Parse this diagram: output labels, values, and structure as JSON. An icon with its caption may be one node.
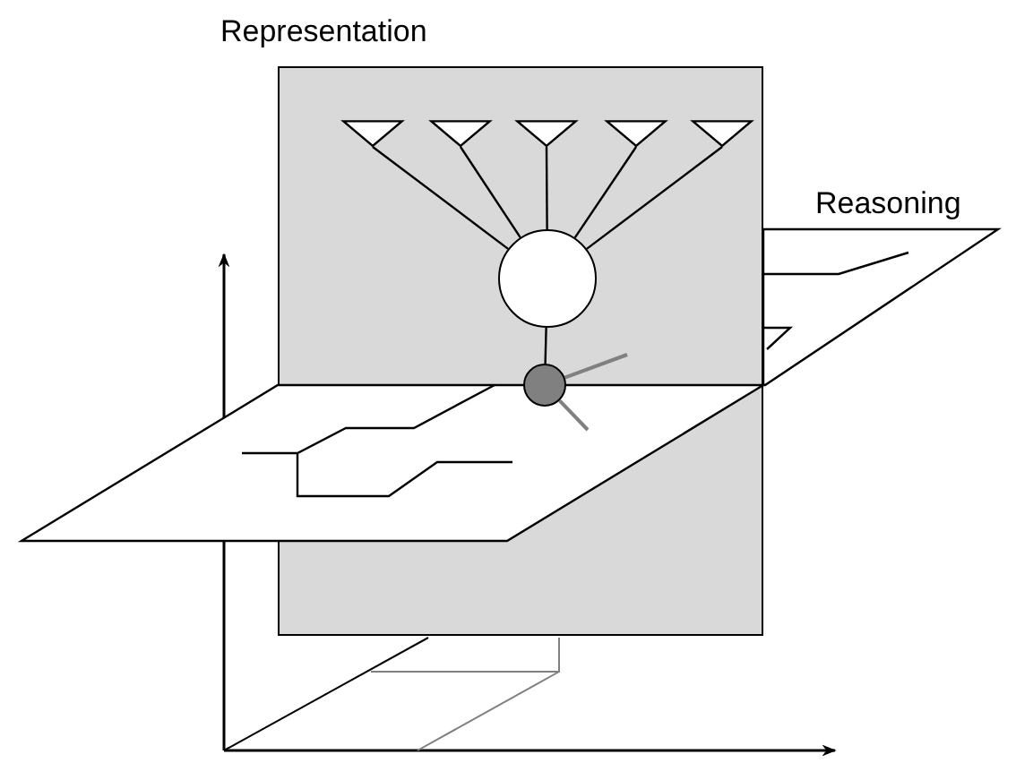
{
  "diagram": {
    "nodes": [
      {
        "text": [
          "Representation"
        ]
      },
      {
        "text": [],
        "shape": "triangle",
        "in": 0
      },
      {
        "text": [],
        "shape": "triangle",
        "in": 0
      },
      {
        "text": [],
        "shape": "triangle",
        "in": 0
      },
      {
        "text": [],
        "shape": "triangle",
        "in": 0
      },
      {
        "text": [],
        "shape": "triangle",
        "in": 0
      },
      {
        "text": [],
        "shape": "circle",
        "in": 0
      },
      {
        "text": [],
        "shape": "circle",
        "in": 0
      },
      {
        "text": [
          "Reasoning"
        ]
      }
    ],
    "edges": [
      {
        "from": 1,
        "to": 6,
        "arrow": "none"
      },
      {
        "from": 2,
        "to": 6,
        "arrow": "none"
      },
      {
        "from": 3,
        "to": 6,
        "arrow": "none"
      },
      {
        "from": 4,
        "to": 6,
        "arrow": "none"
      },
      {
        "from": 5,
        "to": 6,
        "arrow": "none"
      },
      {
        "from": 6,
        "to": 7,
        "arrow": "none"
      },
      {
        "from": 7,
        "to": null,
        "arrow": "none",
        "color": "#808080"
      },
      {
        "from": 7,
        "to": null,
        "arrow": "none",
        "color": "#808080"
      }
    ]
  }
}
